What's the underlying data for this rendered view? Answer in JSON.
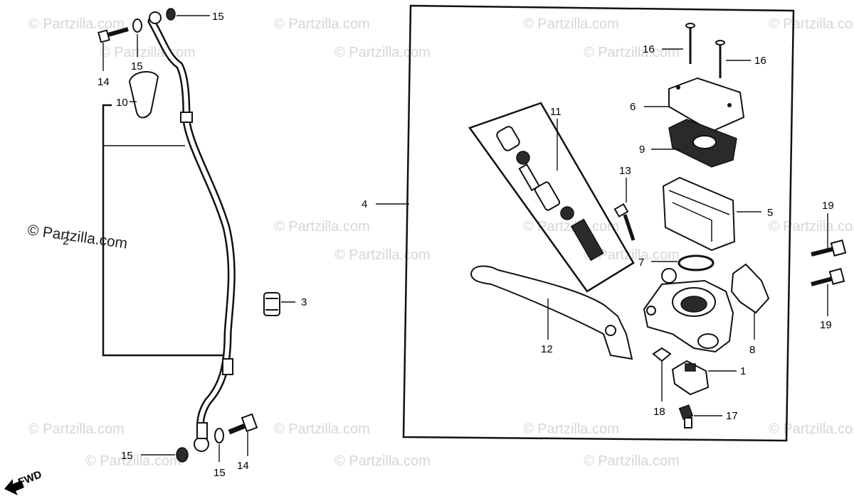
{
  "watermarks": {
    "text": "© Partzilla.com",
    "highlighted_text": "© Partzilla.com"
  },
  "callouts": {
    "p14_top": "14",
    "p15_top_a": "15",
    "p15_top_b": "15",
    "p10": "10",
    "p2": "2",
    "p3": "3",
    "p15_bottom_a": "15",
    "p15_bottom_b": "15",
    "p14_bottom": "14",
    "p4": "4",
    "p11": "11",
    "p12": "12",
    "p16_a": "16",
    "p16_b": "16",
    "p6": "6",
    "p9": "9",
    "p13": "13",
    "p5": "5",
    "p7": "7",
    "p8": "8",
    "p1": "1",
    "p18": "18",
    "p17": "17",
    "p19_a": "19",
    "p19_b": "19"
  },
  "direction": {
    "label": "FWD"
  }
}
